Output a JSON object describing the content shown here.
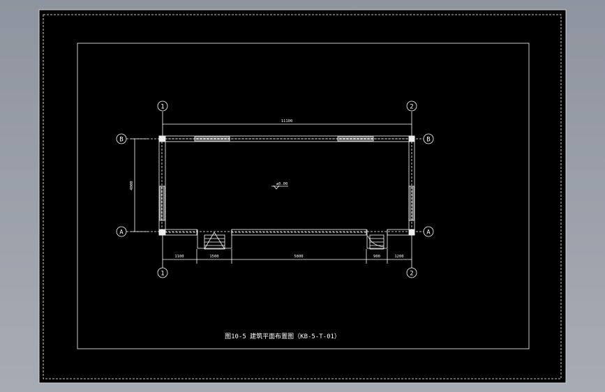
{
  "drawing": {
    "title": "图10-5 建筑平面布置图（KB-5-T-01）",
    "elevation": "±0.00",
    "axes": {
      "col1": "1",
      "col2": "2",
      "rowB": "B",
      "rowA": "A"
    },
    "dimensions": {
      "overall_width": "11100",
      "overall_depth": "4000",
      "segments": [
        "1100",
        "1500",
        "5800",
        "900",
        "1200"
      ]
    }
  },
  "colors": {
    "background": "#000000",
    "lines": "#ffffff",
    "outer": "#a3a8b1"
  }
}
